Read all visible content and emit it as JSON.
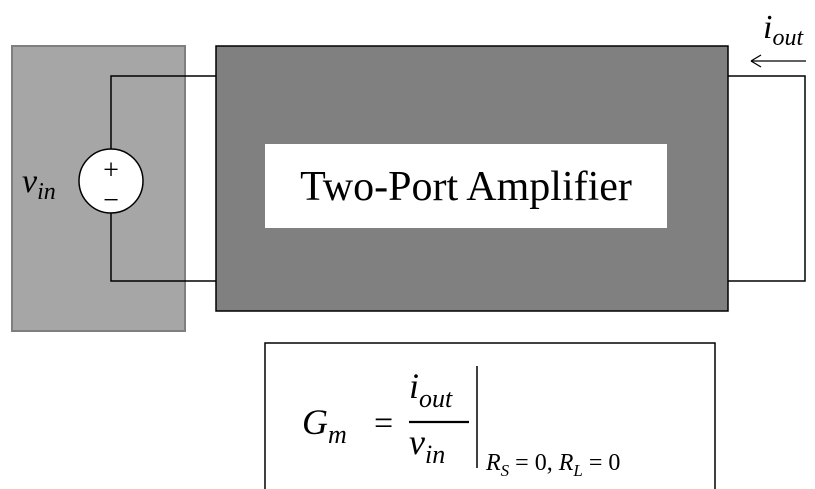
{
  "diagram": {
    "amplifier_label": "Two-Port Amplifier",
    "source": {
      "var": "v",
      "sub": "in",
      "plus_sign": "+",
      "minus_sign": "−"
    },
    "output_current": {
      "var": "i",
      "sub": "out",
      "arrow": "←"
    },
    "colors": {
      "source_box": "#a6a6a6",
      "amplifier_box": "#808080",
      "label_box": "#ffffff",
      "wire": "#000000"
    }
  },
  "formula": {
    "lhs_var": "G",
    "lhs_sub": "m",
    "equals": "=",
    "num_var": "i",
    "num_sub": "out",
    "den_var": "v",
    "den_sub": "in",
    "cond_rs": "R",
    "cond_rs_sub": "S",
    "cond_rs_eq": " = 0, ",
    "cond_rl": "R",
    "cond_rl_sub": "L",
    "cond_rl_eq": " = 0"
  }
}
